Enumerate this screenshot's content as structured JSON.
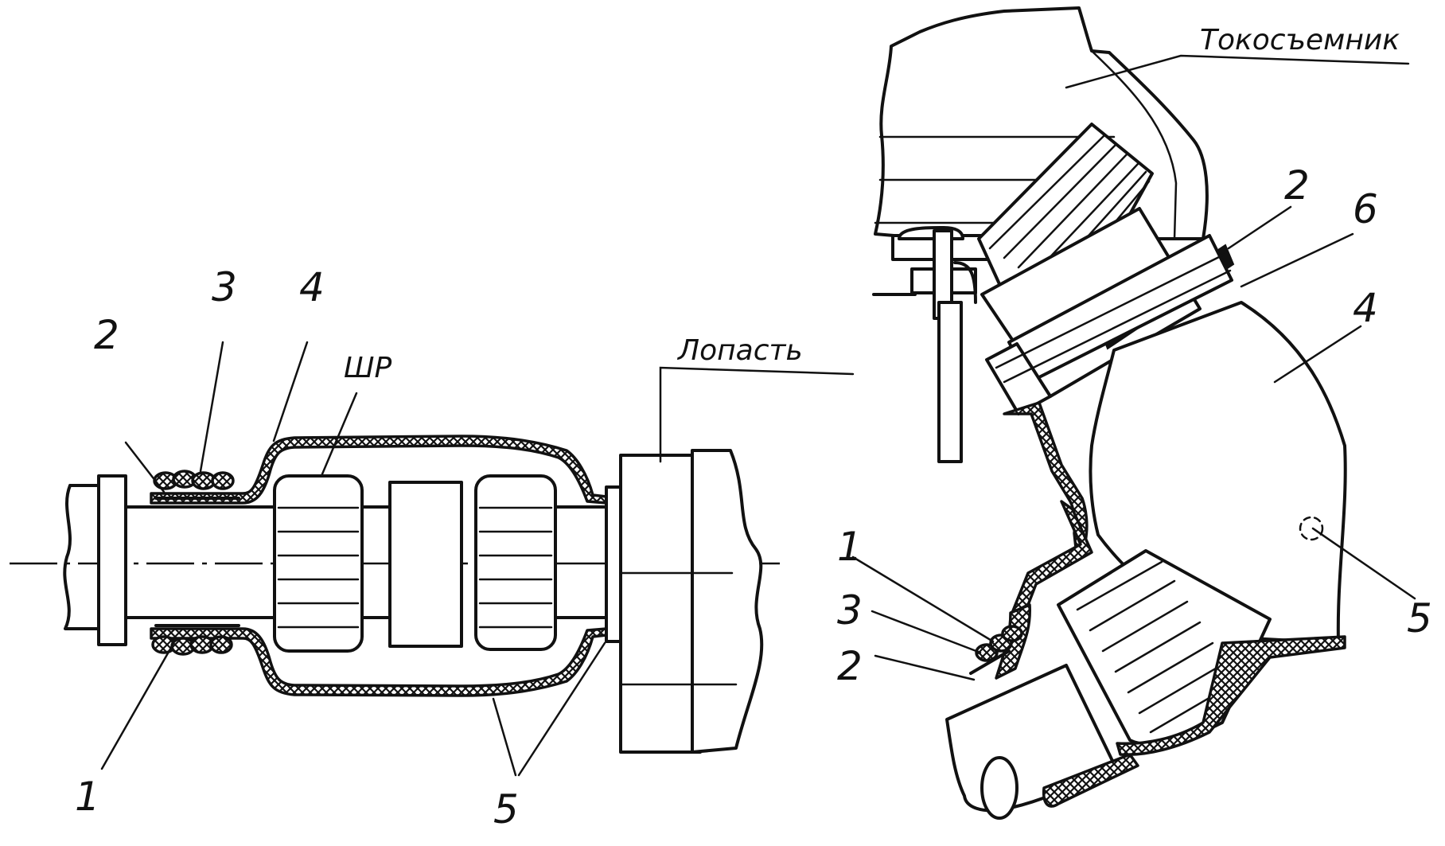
{
  "left_view": {
    "labels": {
      "n1": "1",
      "n2": "2",
      "n3": "3",
      "n4": "4",
      "n5": "5",
      "shr": "ШР",
      "blade": "Лопасть"
    }
  },
  "right_view": {
    "labels": {
      "current_collector": "Токосъемник",
      "n1": "1",
      "n2_top": "2",
      "n2_bottom": "2",
      "n3": "3",
      "n4": "4",
      "n5": "5",
      "n6": "6"
    }
  }
}
